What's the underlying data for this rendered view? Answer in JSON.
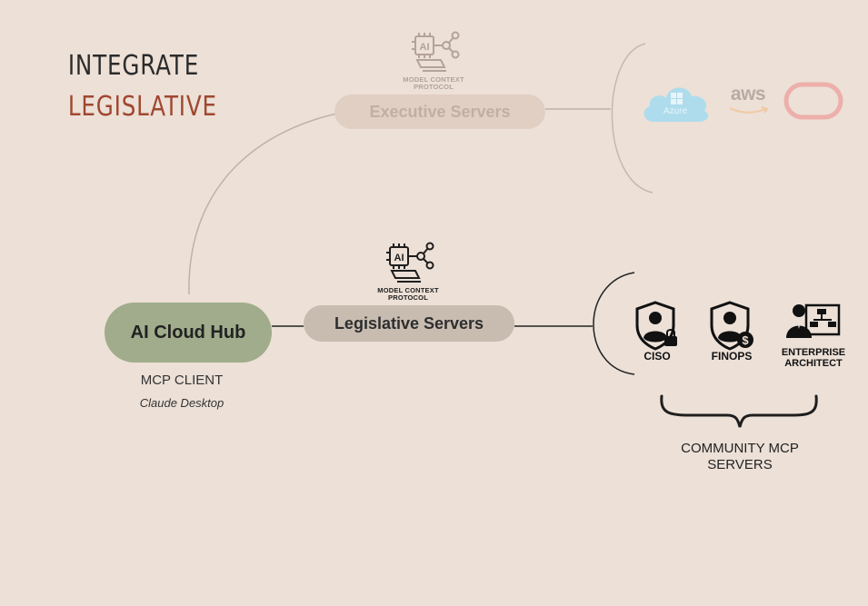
{
  "title": {
    "line1": "INTEGRATE",
    "line2": "LEGISLATIVE"
  },
  "nodes": {
    "executive_servers": "Executive Servers",
    "legislative_servers": "Legislative Servers",
    "hub": "AI Cloud Hub"
  },
  "mcp_badge": {
    "ai": "AI",
    "line1": "MODEL CONTEXT",
    "line2": "PROTOCOL"
  },
  "client": {
    "label": "MCP CLIENT",
    "sublabel": "Claude Desktop"
  },
  "cloud_providers": [
    {
      "name": "Azure",
      "icon": "azure-cloud-icon"
    },
    {
      "name": "aws",
      "icon": "aws-logo"
    },
    {
      "name": "",
      "icon": "oracle-logo"
    }
  ],
  "roles": [
    {
      "label": "CISO",
      "icon": "shield-user-lock-icon"
    },
    {
      "label": "FINOPS",
      "icon": "shield-user-dollar-icon"
    },
    {
      "label": "ENTERPRISE",
      "label2": "ARCHITECT",
      "icon": "user-org-chart-icon"
    }
  ],
  "community": {
    "line1": "COMMUNITY MCP",
    "line2": "SERVERS"
  },
  "colors": {
    "background": "#ECE0D7",
    "hub": "#A0AC8B",
    "legislative_pill": "#C8BCB1",
    "executive_pill": "#E1CFC3",
    "accent_title": "#A0472F",
    "azure": "#AEDCEC",
    "oracle": "#EDAFAA"
  }
}
